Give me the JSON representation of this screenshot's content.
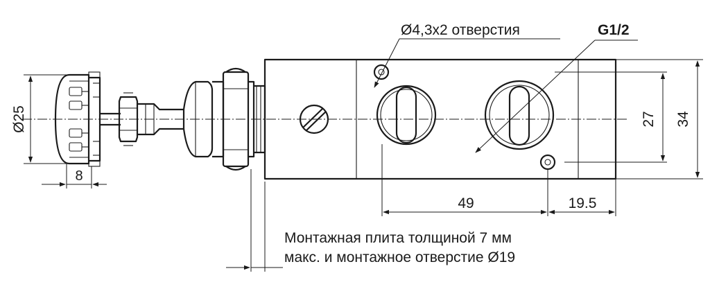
{
  "labels": {
    "knob_diameter": "Ø25",
    "knob_width": "8",
    "hole_callout": "Ø4,3x2 отверстия",
    "port_thread": "G1/2",
    "dim_27": "27",
    "dim_34": "34",
    "dim_49": "49",
    "dim_19_5": "19.5",
    "note_line1": "Монтажная плита толщиной 7 мм",
    "note_line2": "макс. и монтажное отверстие Ø19"
  }
}
